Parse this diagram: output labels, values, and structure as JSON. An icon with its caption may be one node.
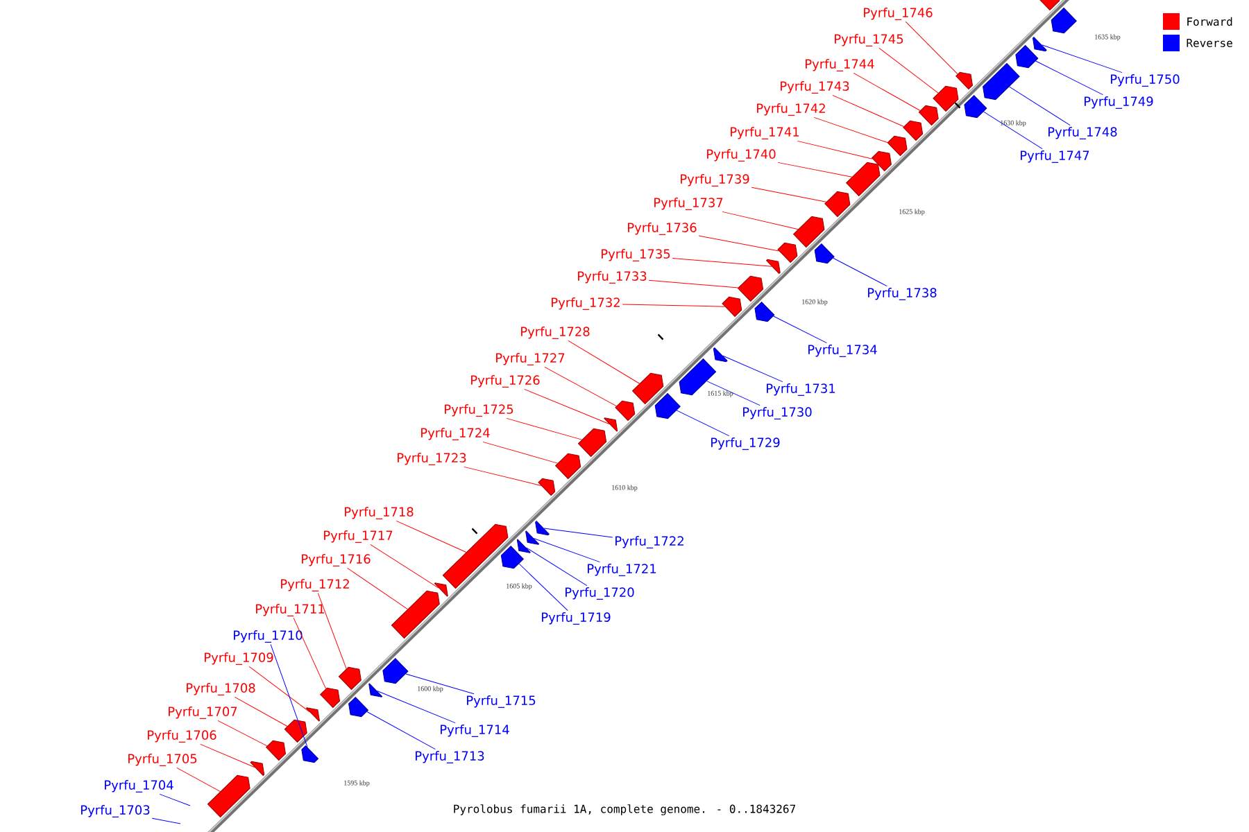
{
  "diagram": {
    "caption": "Pyrolobus fumarii 1A, complete genome. - 0..1843267",
    "nodes": [
      {
        "text": [
          "Pyrfu_1703"
        ]
      },
      {
        "text": [
          "Pyrfu_1704"
        ]
      },
      {
        "text": [
          "Pyrfu_1705"
        ]
      },
      {
        "text": [],
        "shape": "arrow"
      },
      {
        "text": [
          "Pyrfu_1706"
        ]
      },
      {
        "text": [],
        "shape": "arrow"
      },
      {
        "text": [
          "Pyrfu_1707"
        ]
      },
      {
        "text": [],
        "shape": "arrow"
      },
      {
        "text": [
          "Pyrfu_1708"
        ]
      },
      {
        "text": [],
        "shape": "arrow"
      },
      {
        "text": [
          "Pyrfu_1709"
        ]
      },
      {
        "text": [],
        "shape": "arrow"
      },
      {
        "text": [
          "Pyrfu_1710"
        ]
      },
      {
        "text": [],
        "shape": "arrow"
      },
      {
        "text": [
          "Pyrfu_1711"
        ]
      },
      {
        "text": [],
        "shape": "arrow"
      },
      {
        "text": [
          "Pyrfu_1712"
        ]
      },
      {
        "text": [],
        "shape": "arrow"
      },
      {
        "text": [
          "Pyrfu_1713"
        ]
      },
      {
        "text": [],
        "shape": "arrow"
      },
      {
        "text": [
          "Pyrfu_1714"
        ]
      },
      {
        "text": [],
        "shape": "arrow"
      },
      {
        "text": [
          "Pyrfu_1715"
        ]
      },
      {
        "text": [],
        "shape": "arrow"
      },
      {
        "text": [
          "Pyrfu_1716"
        ]
      },
      {
        "text": [],
        "shape": "arrow"
      },
      {
        "text": [
          "Pyrfu_1717"
        ]
      },
      {
        "text": [],
        "shape": "arrow"
      },
      {
        "text": [
          "Pyrfu_1718"
        ]
      },
      {
        "text": [],
        "shape": "arrow"
      },
      {
        "text": [
          "Pyrfu_1719"
        ]
      },
      {
        "text": [],
        "shape": "arrow"
      },
      {
        "text": [
          "Pyrfu_1720"
        ]
      },
      {
        "text": [],
        "shape": "arrow"
      },
      {
        "text": [
          "Pyrfu_1721"
        ]
      },
      {
        "text": [],
        "shape": "arrow"
      },
      {
        "text": [
          "Pyrfu_1722"
        ]
      },
      {
        "text": [],
        "shape": "arrow"
      },
      {
        "text": [
          "Pyrfu_1723"
        ]
      },
      {
        "text": [],
        "shape": "arrow"
      },
      {
        "text": [
          "Pyrfu_1724"
        ]
      },
      {
        "text": [],
        "shape": "arrow"
      },
      {
        "text": [
          "Pyrfu_1725"
        ]
      },
      {
        "text": [],
        "shape": "arrow"
      },
      {
        "text": [
          "Pyrfu_1726"
        ]
      },
      {
        "text": [],
        "shape": "arrow"
      },
      {
        "text": [
          "Pyrfu_1727"
        ]
      },
      {
        "text": [],
        "shape": "arrow"
      },
      {
        "text": [
          "Pyrfu_1728"
        ]
      },
      {
        "text": [],
        "shape": "arrow"
      },
      {
        "text": [
          "Pyrfu_1729"
        ]
      },
      {
        "text": [],
        "shape": "arrow"
      },
      {
        "text": [
          "Pyrfu_1730"
        ]
      },
      {
        "text": [],
        "shape": "arrow"
      },
      {
        "text": [
          "Pyrfu_1731"
        ]
      },
      {
        "text": [],
        "shape": "arrow"
      },
      {
        "text": [
          "Pyrfu_1732"
        ]
      },
      {
        "text": [],
        "shape": "arrow"
      },
      {
        "text": [
          "Pyrfu_1733"
        ]
      },
      {
        "text": [],
        "shape": "arrow"
      },
      {
        "text": [
          "Pyrfu_1734"
        ]
      },
      {
        "text": [],
        "shape": "arrow"
      },
      {
        "text": [
          "Pyrfu_1735"
        ]
      },
      {
        "text": [],
        "shape": "arrow"
      },
      {
        "text": [
          "Pyrfu_1736"
        ]
      },
      {
        "text": [],
        "shape": "arrow"
      },
      {
        "text": [
          "Pyrfu_1737"
        ]
      },
      {
        "text": [],
        "shape": "arrow"
      },
      {
        "text": [
          "Pyrfu_1738"
        ]
      },
      {
        "text": [],
        "shape": "arrow"
      },
      {
        "text": [
          "Pyrfu_1739"
        ]
      },
      {
        "text": [],
        "shape": "arrow"
      },
      {
        "text": [
          "Pyrfu_1740"
        ]
      },
      {
        "text": [],
        "shape": "arrow"
      },
      {
        "text": [
          "Pyrfu_1741"
        ]
      },
      {
        "text": [],
        "shape": "arrow"
      },
      {
        "text": [
          "Pyrfu_1742"
        ]
      },
      {
        "text": [],
        "shape": "arrow"
      },
      {
        "text": [
          "Pyrfu_1743"
        ]
      },
      {
        "text": [],
        "shape": "arrow"
      },
      {
        "text": [
          "Pyrfu_1744"
        ]
      },
      {
        "text": [],
        "shape": "arrow"
      },
      {
        "text": [
          "Pyrfu_1745"
        ]
      },
      {
        "text": [],
        "shape": "arrow"
      },
      {
        "text": [
          "Pyrfu_1746"
        ]
      },
      {
        "text": [],
        "shape": "arrow"
      },
      {
        "text": [
          "Pyrfu_1747"
        ]
      },
      {
        "text": [],
        "shape": "arrow"
      },
      {
        "text": [
          "Pyrfu_1748"
        ]
      },
      {
        "text": [],
        "shape": "arrow"
      },
      {
        "text": [
          "Pyrfu_1749"
        ]
      },
      {
        "text": [],
        "shape": "arrow"
      },
      {
        "text": [
          "Pyrfu_1750"
        ]
      },
      {
        "text": [],
        "shape": "arrow"
      },
      {
        "text": [],
        "shape": "arrow"
      },
      {
        "text": [],
        "shape": "arrow"
      }
    ],
    "edges": [
      {
        "from": 0,
        "to": null,
        "arrow": "none",
        "color": "#0000ff"
      },
      {
        "from": 1,
        "to": null,
        "arrow": "none",
        "color": "#0000ff"
      },
      {
        "from": 2,
        "to": 3,
        "arrow": "none"
      },
      {
        "from": 4,
        "to": 5,
        "arrow": "none"
      },
      {
        "from": 6,
        "to": 7,
        "arrow": "none"
      },
      {
        "from": 8,
        "to": 9,
        "arrow": "none"
      },
      {
        "from": 10,
        "to": 11,
        "arrow": "none"
      },
      {
        "from": 12,
        "to": 13,
        "arrow": "none",
        "color": "#0000ff"
      },
      {
        "from": 14,
        "to": 15,
        "arrow": "none"
      },
      {
        "from": 16,
        "to": 17,
        "arrow": "none"
      },
      {
        "from": 18,
        "to": 19,
        "arrow": "none",
        "color": "#0000ff"
      },
      {
        "from": 20,
        "to": 21,
        "arrow": "none",
        "color": "#0000ff"
      },
      {
        "from": 22,
        "to": 23,
        "arrow": "none",
        "color": "#0000ff"
      },
      {
        "from": 24,
        "to": 25,
        "arrow": "none"
      },
      {
        "from": 26,
        "to": 27,
        "arrow": "none"
      },
      {
        "from": 28,
        "to": 29,
        "arrow": "none"
      },
      {
        "from": 30,
        "to": 31,
        "arrow": "none",
        "color": "#0000ff"
      },
      {
        "from": 32,
        "to": 33,
        "arrow": "none",
        "color": "#0000ff"
      },
      {
        "from": 34,
        "to": 35,
        "arrow": "none",
        "color": "#0000ff"
      },
      {
        "from": 36,
        "to": 37,
        "arrow": "none",
        "color": "#0000ff"
      },
      {
        "from": 38,
        "to": 39,
        "arrow": "none"
      },
      {
        "from": 40,
        "to": 41,
        "arrow": "none"
      },
      {
        "from": 42,
        "to": 43,
        "arrow": "none"
      },
      {
        "from": 44,
        "to": 45,
        "arrow": "none"
      },
      {
        "from": 46,
        "to": 47,
        "arrow": "none"
      },
      {
        "from": 48,
        "to": 49,
        "arrow": "none"
      },
      {
        "from": 50,
        "to": 51,
        "arrow": "none",
        "color": "#0000ff"
      },
      {
        "from": 52,
        "to": 53,
        "arrow": "none",
        "color": "#0000ff"
      },
      {
        "from": 54,
        "to": 55,
        "arrow": "none",
        "color": "#0000ff"
      },
      {
        "from": 56,
        "to": 57,
        "arrow": "none"
      },
      {
        "from": 58,
        "to": 59,
        "arrow": "none"
      },
      {
        "from": 60,
        "to": 61,
        "arrow": "none",
        "color": "#0000ff"
      },
      {
        "from": 62,
        "to": 63,
        "arrow": "none"
      },
      {
        "from": 64,
        "to": 65,
        "arrow": "none"
      },
      {
        "from": 66,
        "to": 67,
        "arrow": "none"
      },
      {
        "from": 68,
        "to": 69,
        "arrow": "none",
        "color": "#0000ff"
      },
      {
        "from": 70,
        "to": 71,
        "arrow": "none"
      },
      {
        "from": 72,
        "to": 73,
        "arrow": "none"
      },
      {
        "from": 74,
        "to": 75,
        "arrow": "none"
      },
      {
        "from": 76,
        "to": 77,
        "arrow": "none"
      },
      {
        "from": 78,
        "to": 79,
        "arrow": "none"
      },
      {
        "from": 80,
        "to": 81,
        "arrow": "none"
      },
      {
        "from": 82,
        "to": 83,
        "arrow": "none"
      },
      {
        "from": 84,
        "to": 85,
        "arrow": "none"
      },
      {
        "from": 86,
        "to": 87,
        "arrow": "none",
        "color": "#0000ff"
      },
      {
        "from": 88,
        "to": 89,
        "arrow": "none",
        "color": "#0000ff"
      },
      {
        "from": 90,
        "to": 91,
        "arrow": "none",
        "color": "#0000ff"
      },
      {
        "from": 92,
        "to": 93,
        "arrow": "none",
        "color": "#0000ff"
      }
    ],
    "labels": [
      "1635 kbp",
      "1630 kbp",
      "1625 kbp",
      "1620 kbp",
      "1615 kbp",
      "1610 kbp",
      "1605 kbp",
      "1600 kbp",
      "1595 kbp"
    ],
    "legend": [
      {
        "text": "Forward",
        "color": "#ff0000"
      },
      {
        "text": "Reverse",
        "color": "#0000ff"
      }
    ]
  }
}
